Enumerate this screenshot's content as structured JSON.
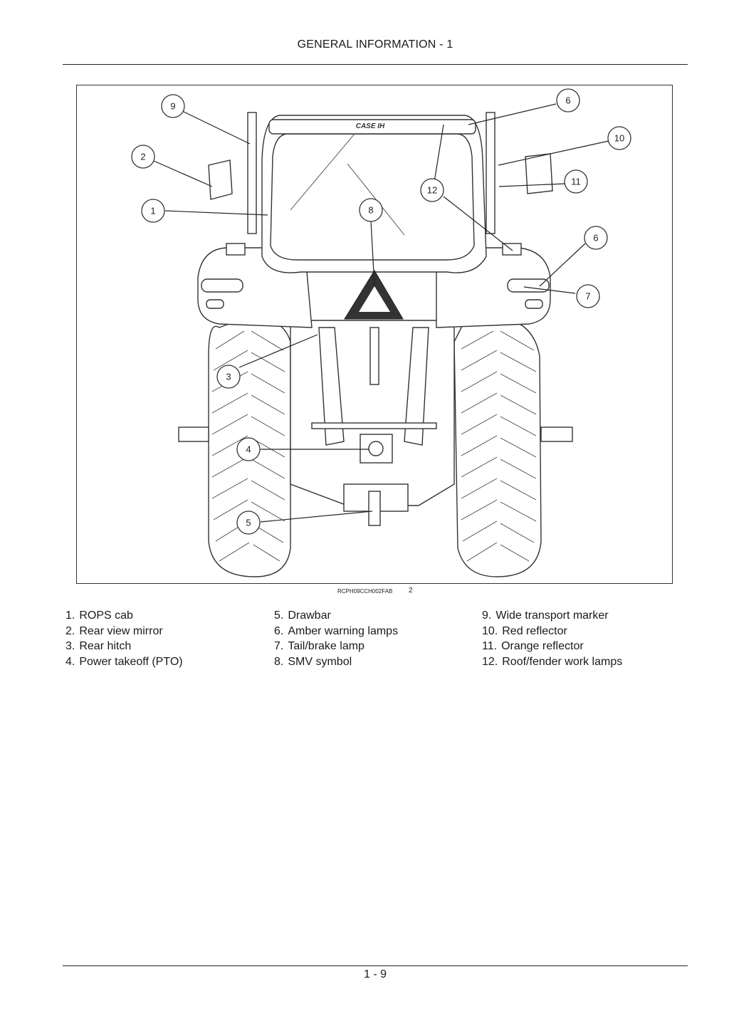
{
  "header": {
    "title": "GENERAL INFORMATION - 1"
  },
  "figure": {
    "reference_code": "RCPH09CCH002FAB",
    "figure_number": "2",
    "brand_text": "CASE IH",
    "callouts": [
      "1",
      "2",
      "3",
      "4",
      "5",
      "6",
      "6",
      "7",
      "8",
      "9",
      "10",
      "11",
      "12"
    ]
  },
  "legend": {
    "col1": [
      {
        "n": "1.",
        "label": "ROPS cab"
      },
      {
        "n": "2.",
        "label": "Rear view mirror"
      },
      {
        "n": "3.",
        "label": "Rear hitch"
      },
      {
        "n": "4.",
        "label": "Power takeoff (PTO)"
      }
    ],
    "col2": [
      {
        "n": "5.",
        "label": "Drawbar"
      },
      {
        "n": "6.",
        "label": "Amber warning lamps"
      },
      {
        "n": "7.",
        "label": "Tail/brake lamp"
      },
      {
        "n": "8.",
        "label": "SMV symbol"
      }
    ],
    "col3": [
      {
        "n": "9.",
        "label": "Wide transport marker"
      },
      {
        "n": "10.",
        "label": "Red reflector"
      },
      {
        "n": "11.",
        "label": "Orange reflector"
      },
      {
        "n": "12.",
        "label": "Roof/fender work lamps"
      }
    ]
  },
  "footer": {
    "page_number": "1 - 9"
  }
}
